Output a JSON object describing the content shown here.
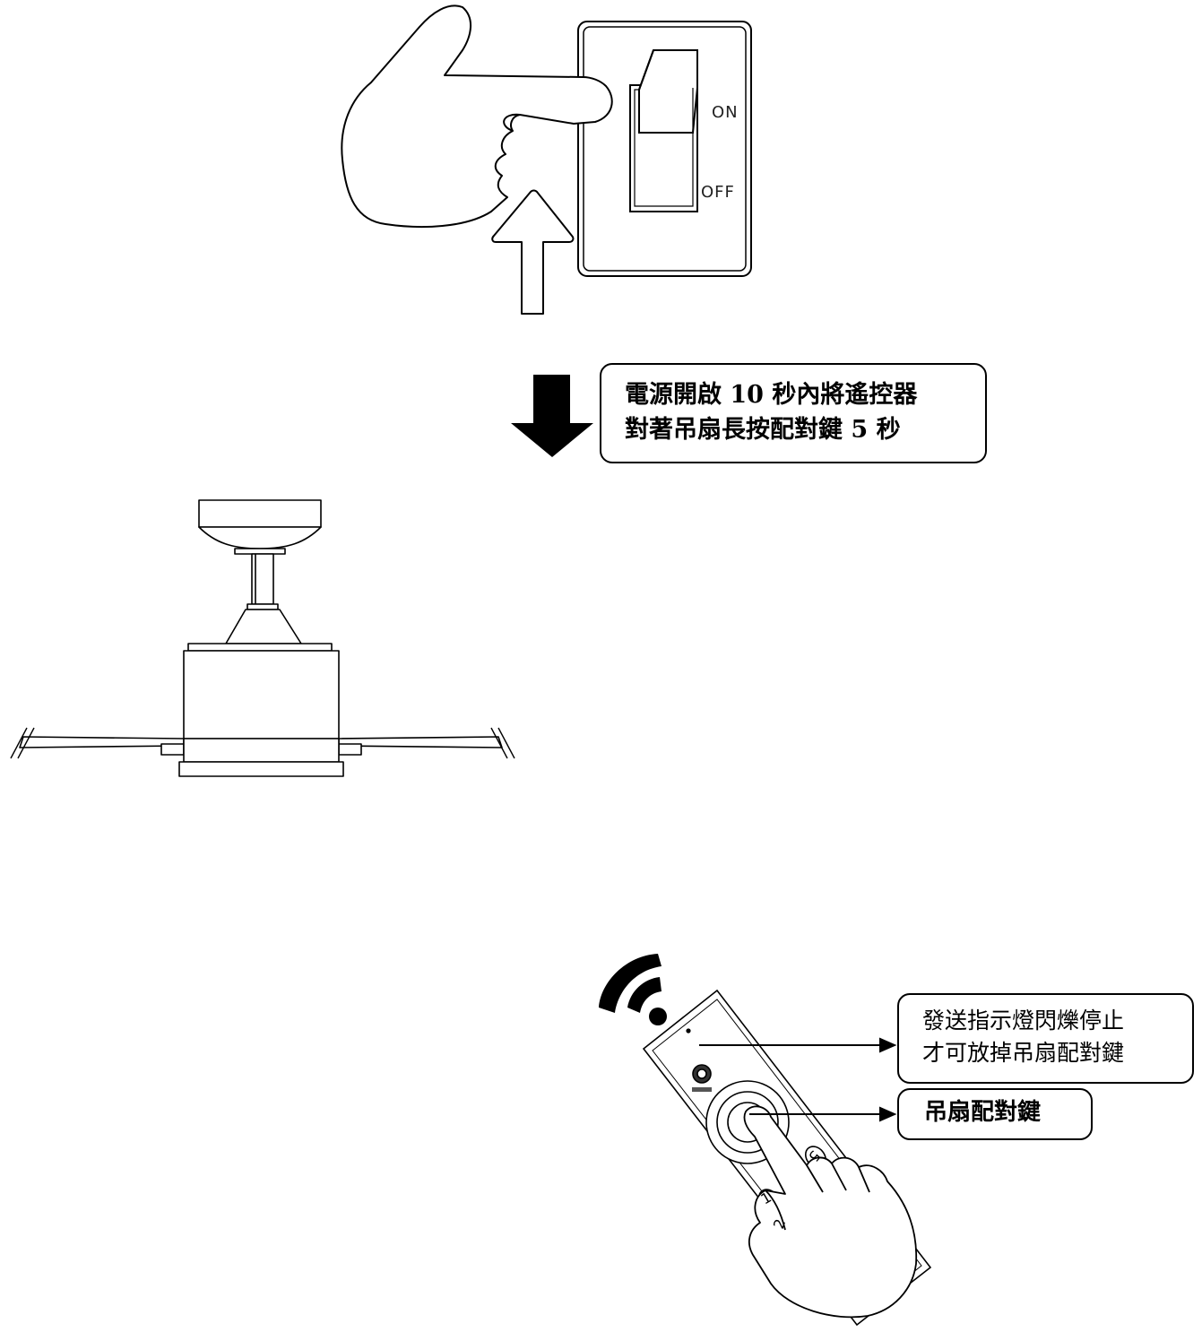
{
  "switch": {
    "on_label": "ON",
    "off_label": "OFF"
  },
  "callouts": {
    "power_on": {
      "line1": "電源開啟 10 秒內將遙控器",
      "line2": "對著吊扇長按配對鍵 5 秒"
    },
    "indicator": {
      "line1": "發送指示燈閃爍停止",
      "line2": "才可放掉吊扇配對鍵"
    },
    "pair_button": {
      "label": "吊扇配對鍵"
    }
  },
  "icons": {
    "hand_switch": "pointing-hand-icon",
    "up_arrow": "up-arrow-icon",
    "down_arrow": "down-arrow-icon",
    "fan": "ceiling-fan-icon",
    "signal": "wireless-signal-icon",
    "remote": "remote-control-icon"
  }
}
